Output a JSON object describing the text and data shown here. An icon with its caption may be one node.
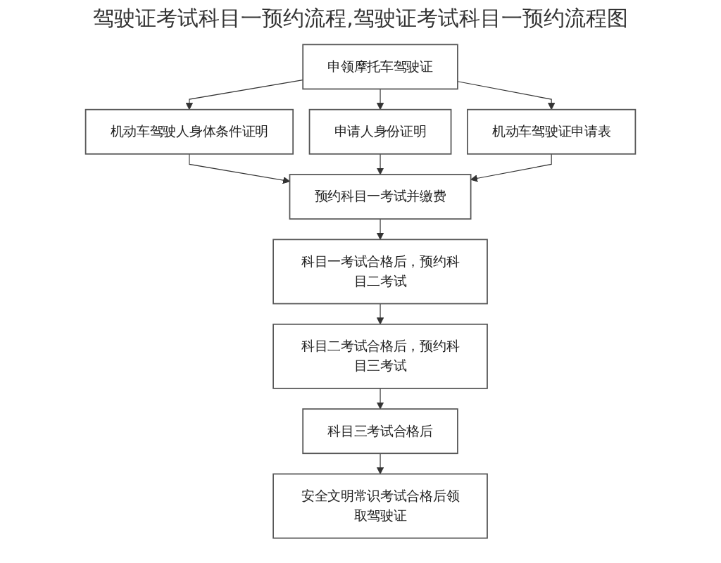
{
  "diagram": {
    "title": "驾驶证考试科目一预约流程,驾驶证考试科目一预约流程图",
    "nodes": [
      {
        "text": [
          "申领摩托车驾驶证"
        ]
      },
      {
        "text": [
          "机动车驾驶人身体条件证明"
        ]
      },
      {
        "text": [
          "申请人身份证明"
        ]
      },
      {
        "text": [
          "机动车驾驶证申请表"
        ]
      },
      {
        "text": [
          "预约科目一考试并缴费"
        ]
      },
      {
        "text": [
          "科目一考试合格后，预约科目二考试"
        ]
      },
      {
        "text": [
          "科目二考试合格后，预约科目三考试"
        ]
      },
      {
        "text": [
          "科目三考试合格后"
        ]
      },
      {
        "text": [
          "安全文明常识考试合格后领取驾驶证"
        ]
      }
    ],
    "edges": [
      {
        "from": 0,
        "to": 1,
        "arrow": "to"
      },
      {
        "from": 0,
        "to": 2,
        "arrow": "to"
      },
      {
        "from": 0,
        "to": 3,
        "arrow": "to"
      },
      {
        "from": 1,
        "to": 4,
        "arrow": "to"
      },
      {
        "from": 2,
        "to": 4,
        "arrow": "to"
      },
      {
        "from": 3,
        "to": 4,
        "arrow": "to"
      },
      {
        "from": 4,
        "to": 5,
        "arrow": "to"
      },
      {
        "from": 5,
        "to": 6,
        "arrow": "to"
      },
      {
        "from": 6,
        "to": 7,
        "arrow": "to"
      },
      {
        "from": 7,
        "to": 8,
        "arrow": "to"
      }
    ]
  }
}
